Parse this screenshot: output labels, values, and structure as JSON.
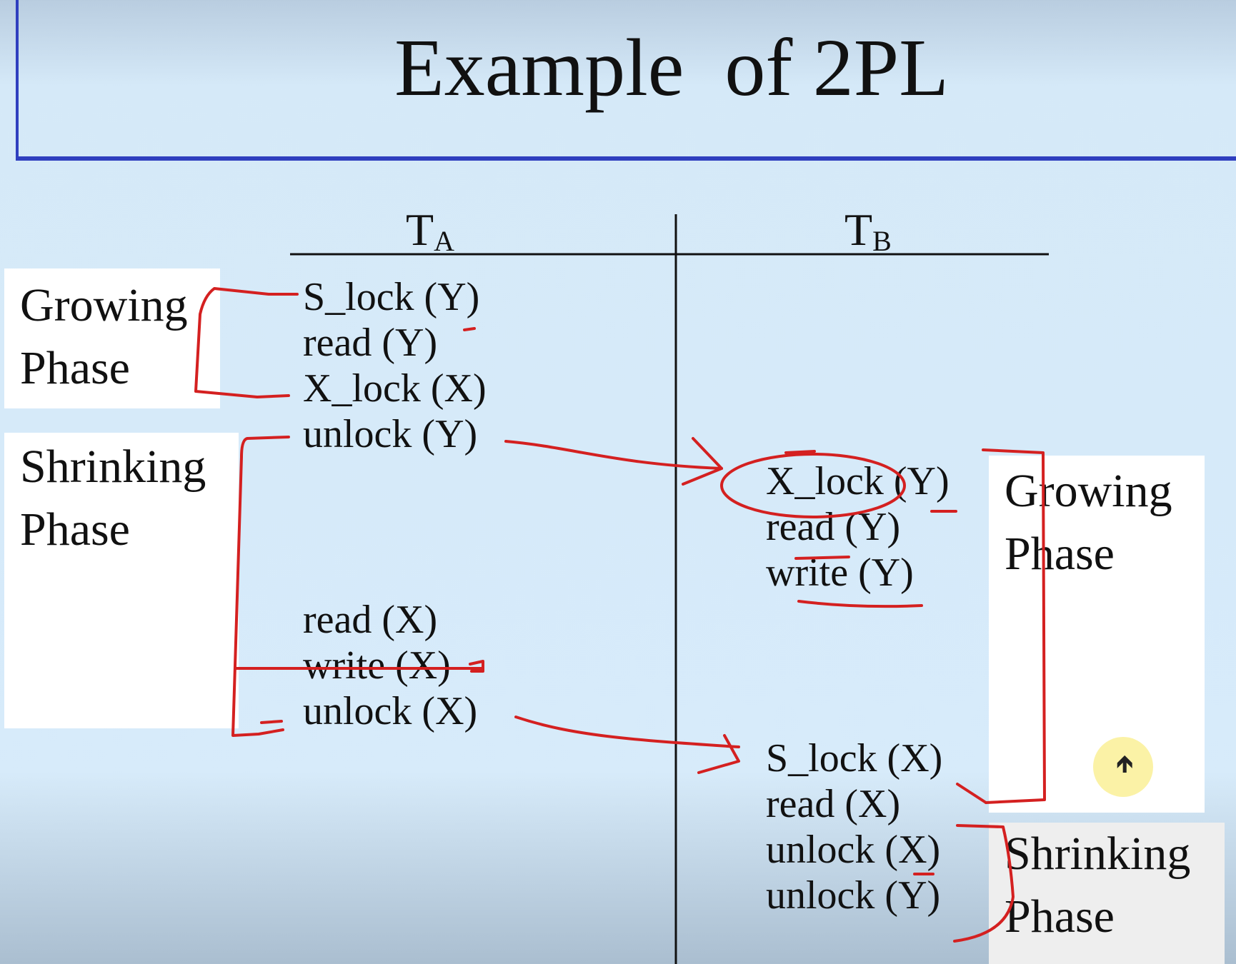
{
  "title": "Example  of 2PL",
  "columns": {
    "ta": {
      "main": "T",
      "sub": "A"
    },
    "tb": {
      "main": "T",
      "sub": "B"
    }
  },
  "ta_ops": [
    "S_lock (Y)",
    "read (Y)",
    "X_lock (X)",
    "unlock (Y)",
    "read (X)",
    "write (X)",
    "unlock (X)"
  ],
  "tb_ops": [
    "X_lock (Y)",
    "read (Y)",
    "write (Y)",
    "S_lock (X)",
    "read (X)",
    "unlock (X)",
    "unlock (Y)"
  ],
  "phases": {
    "ta_growing": "Growing\nPhase",
    "ta_shrinking": "Shrinking\nPhase",
    "tb_growing": "Growing\nPhase",
    "tb_shrinking": "Shrinking\nPhase"
  },
  "colors": {
    "title_frame": "#2f3fbf",
    "annotation": "#d42020",
    "phase_box": "#ffffff",
    "background": "#d7ebfa"
  },
  "icons": {
    "cursor": "mouse-pointer-icon"
  }
}
